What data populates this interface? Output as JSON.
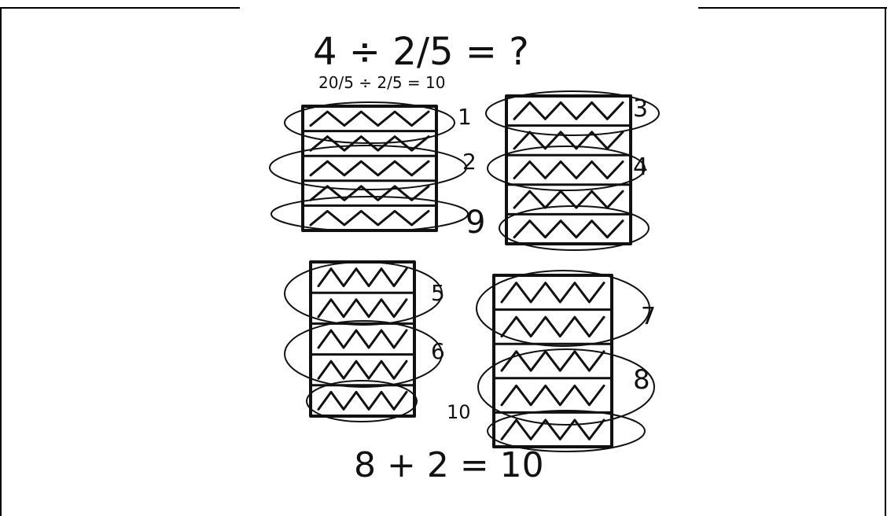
{
  "equation": {
    "main": "4 ÷ 2/5 = ?",
    "secondary": "20/5 ÷ 2/5 = 10",
    "answer": "8 + 2 = 10"
  },
  "group_labels": [
    "1",
    "2",
    "3",
    "4",
    "5",
    "6",
    "7",
    "8",
    "9",
    "10"
  ],
  "blocks": [
    {
      "label": "top-left whole",
      "parts": 5,
      "shaded": 5
    },
    {
      "label": "top-right whole",
      "parts": 5,
      "shaded": 5
    },
    {
      "label": "bottom-left whole",
      "parts": 5,
      "shaded": 5
    },
    {
      "label": "bottom-right whole",
      "parts": 5,
      "shaded": 5
    }
  ],
  "colors": {
    "ink": "#111111",
    "border": "#000000",
    "background": "#ffffff"
  }
}
